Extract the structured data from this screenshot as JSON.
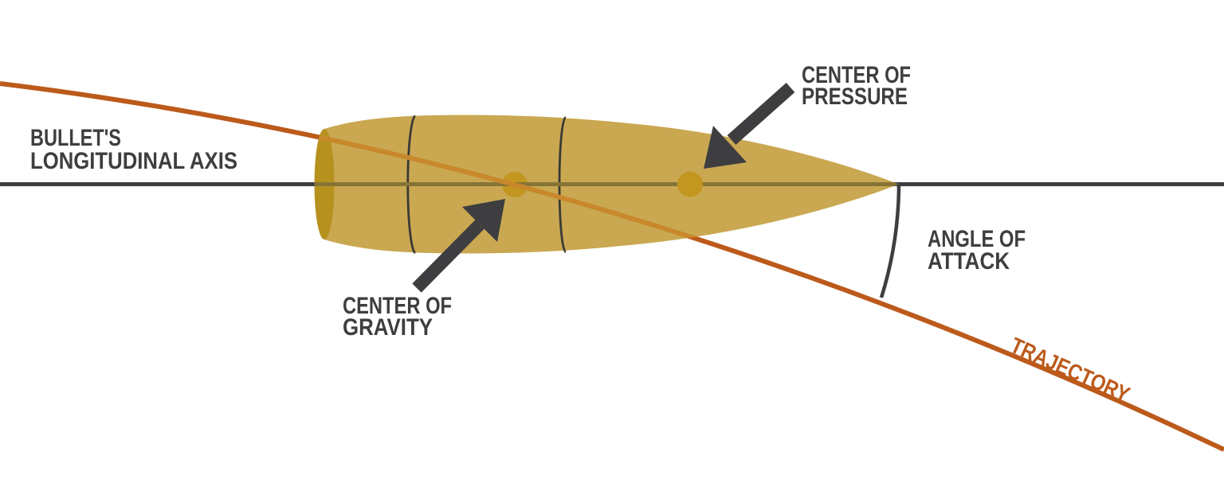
{
  "labels": {
    "bullet_axis": {
      "line1": "BULLET'S",
      "line2": "LONGITUDINAL AXIS"
    },
    "center_of_pressure": {
      "line1": "CENTER OF",
      "line2": "PRESSURE"
    },
    "center_of_gravity": {
      "line1": "CENTER OF",
      "line2": "GRAVITY"
    },
    "angle_of_attack": {
      "line1": "ANGLE OF",
      "line2": "ATTACK"
    },
    "trajectory": "TRAJECTORY"
  },
  "colors": {
    "background": "#FFFFFF",
    "label_dark": "#3E3E40",
    "axis_line": "#3E3E40",
    "arrow_dark": "#3E3E40",
    "angle_arc": "#3E3E40",
    "ring_line": "#3A3A35",
    "trajectory_orange": "#BC5A1B",
    "bullet_body": "#C9A851",
    "bullet_base": "#B6911E",
    "marker_dot": "#C2961F",
    "axis_through_bullet": "#857436",
    "trajectory_through_bullet": "#C8882B"
  }
}
